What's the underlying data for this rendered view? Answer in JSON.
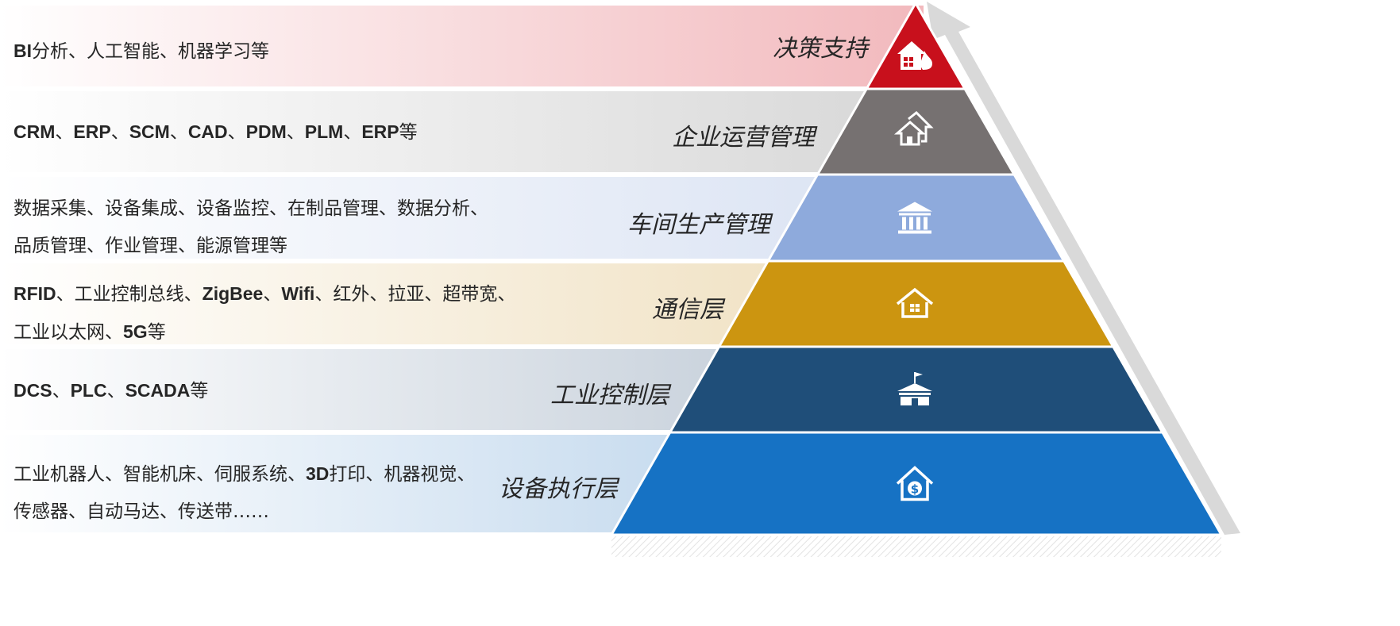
{
  "layers": [
    {
      "title": "决策支持",
      "desc": "BI分析、人工智能、机器学习等",
      "color": "#c8101c",
      "band_from": "#ffffff",
      "band_to": "#f2b9bd",
      "icon": "burning-house-icon"
    },
    {
      "title": "企业运营管理",
      "desc": "CRM、ERP、SCM、CAD、PDM、PLM、ERP等",
      "color": "#767171",
      "band_from": "#ffffff",
      "band_to": "#d9d9d9",
      "icon": "houses-icon"
    },
    {
      "title": "车间生产管理",
      "desc": "数据采集、设备集成、设备监控、在制品管理、数据分析、\n品质管理、作业管理、能源管理等",
      "color": "#8eaadc",
      "band_from": "#ffffff",
      "band_to": "#dde5f4",
      "icon": "bank-building-icon"
    },
    {
      "title": "通信层",
      "desc": "RFID、工业控制总线、ZigBee、Wifi、红外、拉亚、超带宽、\n工业以太网、5G等",
      "color": "#cc9510",
      "band_from": "#ffffff",
      "band_to": "#f1e3c6",
      "icon": "home-window-icon"
    },
    {
      "title": "工业控制层",
      "desc": "DCS、PLC、SCADA等",
      "color": "#1f4e79",
      "band_from": "#ffffff",
      "band_to": "#cad3dd",
      "icon": "school-flag-icon"
    },
    {
      "title": "设备执行层",
      "desc": "工业机器人、智能机床、伺服系统、3D打印、机器视觉、\n传感器、自动马达、传送带……",
      "color": "#1672c4",
      "band_from": "#ffffff",
      "band_to": "#c8dcef",
      "icon": "house-dollar-icon"
    }
  ]
}
